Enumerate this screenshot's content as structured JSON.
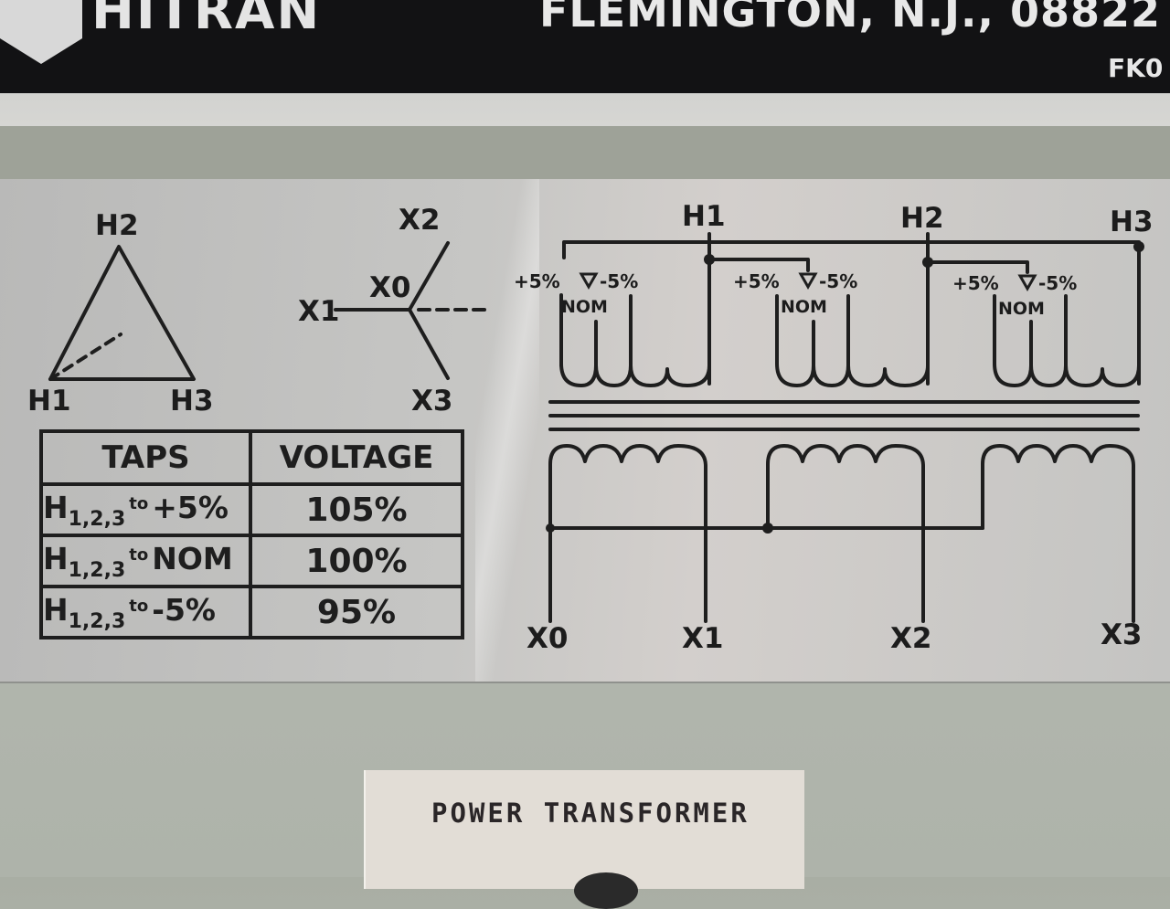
{
  "header_plate": {
    "brand": "HITRAN",
    "location": "FLEMINGTON, N.J., 08822",
    "code_fragment": "FK0"
  },
  "delta_diagram": {
    "vertices": [
      "H2",
      "H1",
      "H3"
    ]
  },
  "wye_diagram": {
    "labels": [
      "X2",
      "X0",
      "X1",
      "X3"
    ]
  },
  "taps_table": {
    "headers": [
      "TAPS",
      "VOLTAGE"
    ],
    "rows": [
      {
        "prefix": "H",
        "sub": "1,2,3",
        "to": "to",
        "tap": "+5%",
        "voltage": "105%"
      },
      {
        "prefix": "H",
        "sub": "1,2,3",
        "to": "to",
        "tap": "NOM",
        "voltage": "100%"
      },
      {
        "prefix": "H",
        "sub": "1,2,3",
        "to": "to",
        "tap": "-5%",
        "voltage": "95%"
      }
    ]
  },
  "schematic": {
    "primary_terminals": [
      "H1",
      "H2",
      "H3"
    ],
    "tap_labels": [
      {
        "plus": "+5%",
        "minus": "-5%",
        "nom": "NOM"
      },
      {
        "plus": "+5%",
        "minus": "-5%",
        "nom": "NOM"
      },
      {
        "plus": "+5%",
        "minus": "-5%",
        "nom": "NOM"
      }
    ],
    "secondary_terminals": [
      "X0",
      "X1",
      "X2",
      "X3"
    ]
  },
  "label_plate": {
    "title": "POWER TRANSFORMER"
  }
}
